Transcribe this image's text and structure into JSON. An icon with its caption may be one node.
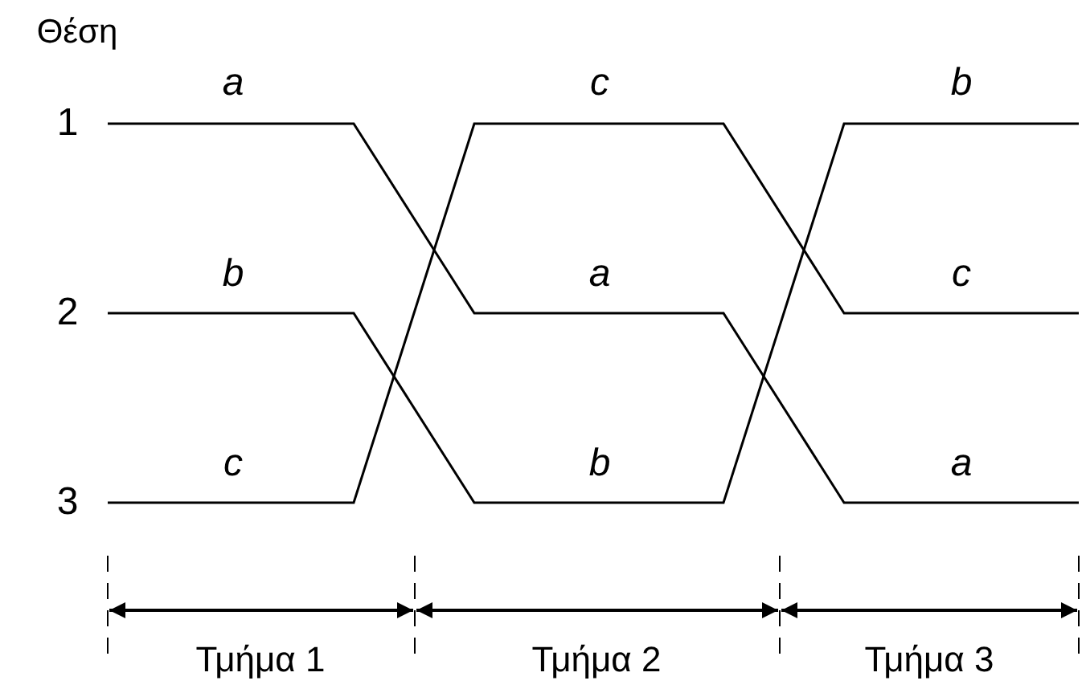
{
  "diagram": {
    "labels": [
      "Θέση",
      "1",
      "a",
      "c",
      "b",
      "2",
      "b",
      "a",
      "c",
      "3",
      "c",
      "b",
      "a",
      "Τμήμα 1",
      "Τμήμα 2",
      "Τμήμα 3"
    ]
  }
}
